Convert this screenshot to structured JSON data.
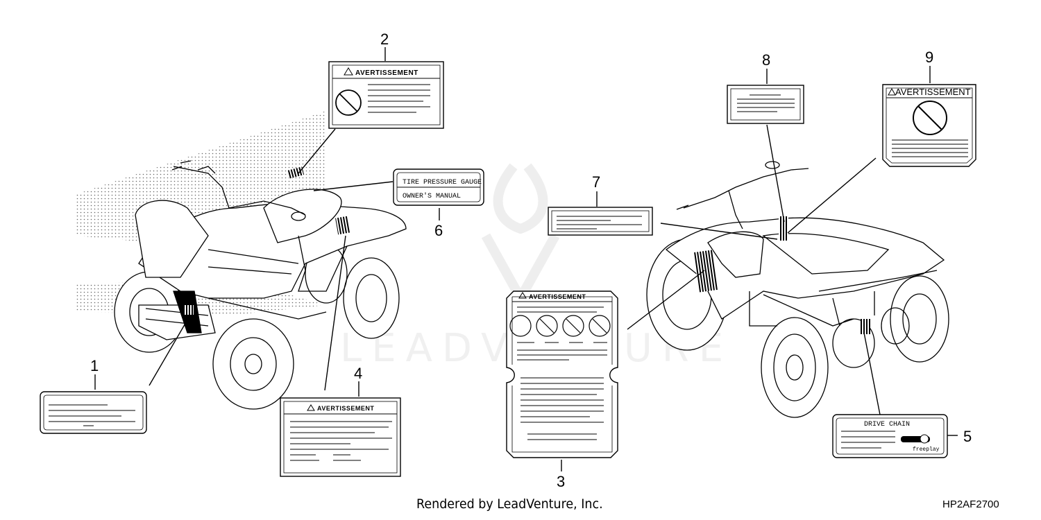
{
  "watermark": {
    "text": "LEADVENTURE"
  },
  "callouts": [
    "1",
    "2",
    "3",
    "4",
    "5",
    "6",
    "7",
    "8",
    "9"
  ],
  "labels": {
    "warning_fr": "AVERTISSEMENT",
    "tire_pressure_gauge": "TIRE PRESSURE GAUGE",
    "owners_manual": "OWNER'S MANUAL",
    "drive_chain": "DRIVE CHAIN",
    "freeplay": "freeplay"
  },
  "footer": {
    "rendered_by": "Rendered by LeadVenture, Inc.",
    "diagram_code": "HP2AF2700"
  }
}
